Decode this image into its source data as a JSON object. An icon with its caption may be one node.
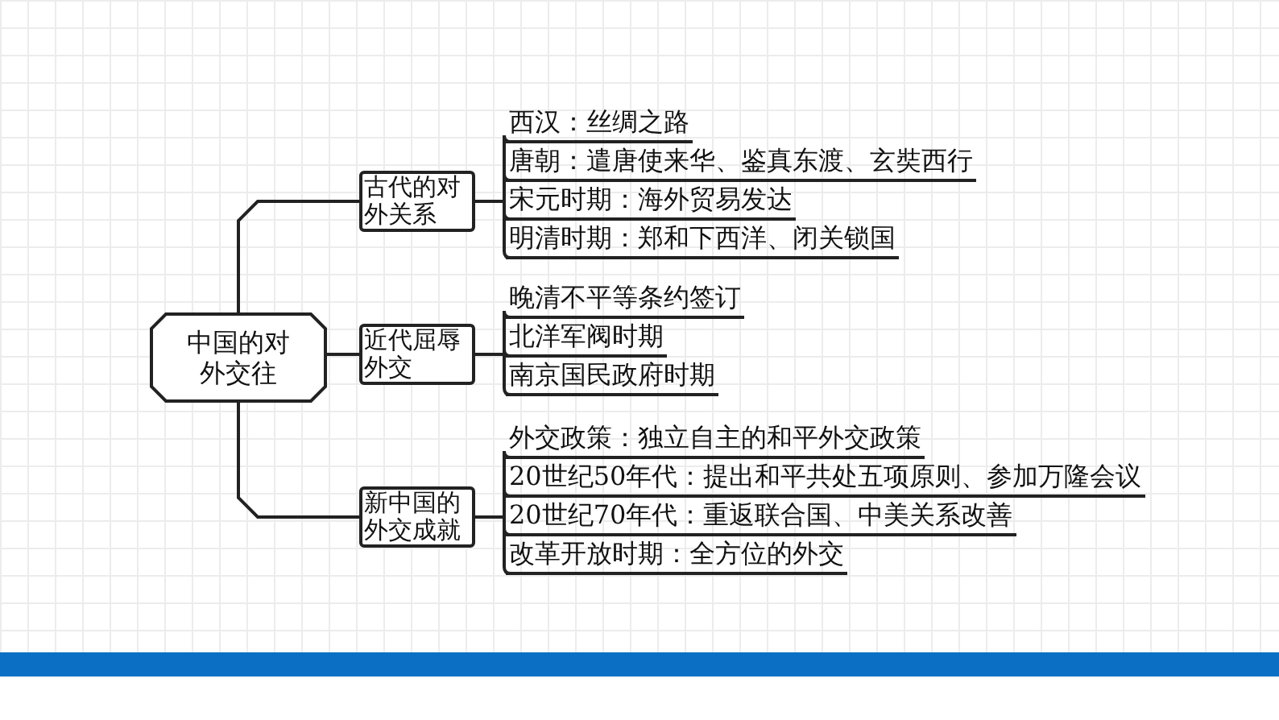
{
  "diagram": {
    "nodes": [
      {
        "text": [
          "中国的对外交往"
        ]
      },
      {
        "text": [
          "古代的对外关系"
        ]
      },
      {
        "text": [
          "近代屈辱外交"
        ]
      },
      {
        "text": [
          "新中国的外交成就"
        ]
      },
      {
        "text": [
          "西汉：丝绸之路"
        ]
      },
      {
        "text": [
          "唐朝：遣唐使来华、鉴真东渡、玄奘西行"
        ]
      },
      {
        "text": [
          "宋元时期：海外贸易发达"
        ]
      },
      {
        "text": [
          "明清时期：郑和下西洋、闭关锁国"
        ]
      },
      {
        "text": [
          "晚清不平等条约签订"
        ]
      },
      {
        "text": [
          "北洋军阀时期"
        ]
      },
      {
        "text": [
          "南京国民政府时期"
        ]
      },
      {
        "text": [
          "外交政策：独立自主的和平外交政策"
        ]
      },
      {
        "text": [
          "20世纪50年代：提出和平共处五项原则、参加万隆会议"
        ]
      },
      {
        "text": [
          "20世纪70年代：重返联合国、中美关系改善"
        ]
      },
      {
        "text": [
          "改革开放时期：全方位的外交"
        ]
      }
    ],
    "edges": [
      {
        "from": 0,
        "to": 1,
        "arrow": "none"
      },
      {
        "from": 0,
        "to": 2,
        "arrow": "none"
      },
      {
        "from": 0,
        "to": 3,
        "arrow": "none"
      },
      {
        "from": 1,
        "to": 4,
        "arrow": "none"
      },
      {
        "from": 1,
        "to": 5,
        "arrow": "none"
      },
      {
        "from": 1,
        "to": 6,
        "arrow": "none"
      },
      {
        "from": 1,
        "to": 7,
        "arrow": "none"
      },
      {
        "from": 2,
        "to": 8,
        "arrow": "none"
      },
      {
        "from": 2,
        "to": 9,
        "arrow": "none"
      },
      {
        "from": 2,
        "to": 10,
        "arrow": "none"
      },
      {
        "from": 3,
        "to": 11,
        "arrow": "none"
      },
      {
        "from": 3,
        "to": 12,
        "arrow": "none"
      },
      {
        "from": 3,
        "to": 13,
        "arrow": "none"
      },
      {
        "from": 3,
        "to": 14,
        "arrow": "none"
      }
    ]
  }
}
